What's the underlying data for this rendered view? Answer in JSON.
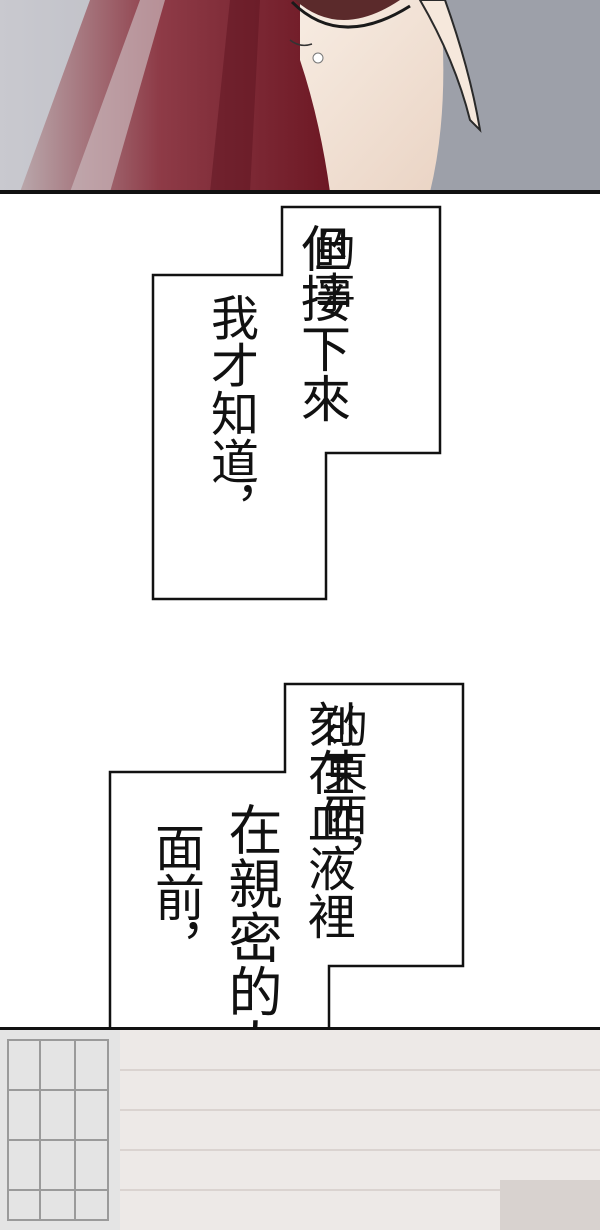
{
  "bubbles": [
    {
      "id": "caption-1",
      "lines": [
        "但接下來",
        "的事",
        "我才知道，"
      ]
    },
    {
      "id": "caption-2",
      "lines": [
        "刻在血液裡",
        "的東西，",
        "在親密的人",
        "面前，"
      ]
    }
  ],
  "colors": {
    "ink": "#111111",
    "hair_red": "#7a1e2a",
    "skin": "#f3e4d6",
    "bg_gray": "#a7a9b1"
  }
}
